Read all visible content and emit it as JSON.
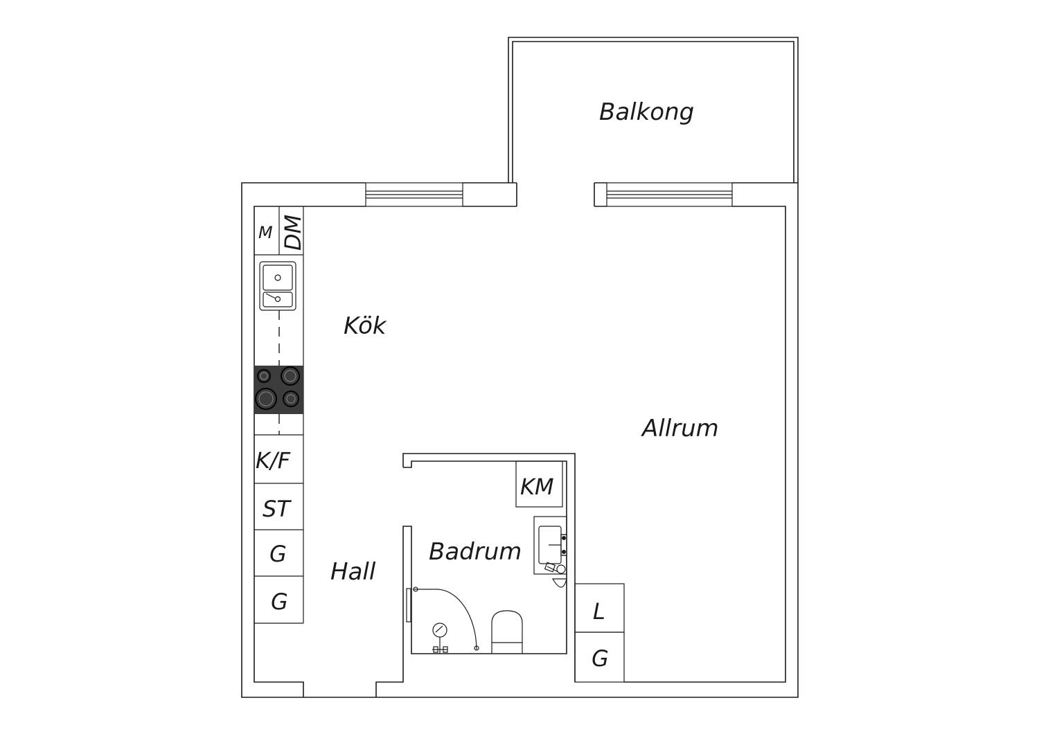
{
  "rooms": {
    "balkong": "Balkong",
    "kok": "Kök",
    "allrum": "Allrum",
    "badrum": "Badrum",
    "hall": "Hall"
  },
  "units": {
    "micro": "M",
    "dishwasher": "DM",
    "fridge_freezer": "K/F",
    "storage": "ST",
    "closet_1": "G",
    "closet_2": "G",
    "washing_machine": "KM",
    "linen": "L",
    "closet_3": "G"
  }
}
